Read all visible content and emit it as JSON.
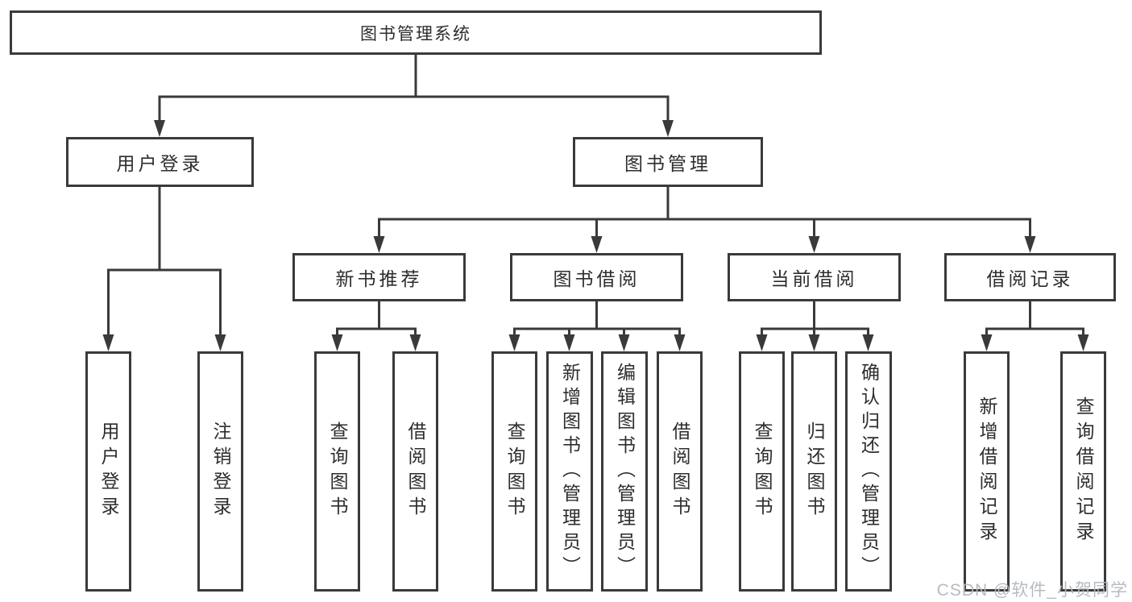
{
  "nodes": {
    "root": "图书管理系统",
    "user_login": "用户登录",
    "book_mgmt": "图书管理",
    "new_book": "新书推荐",
    "book_borrow": "图书借阅",
    "current_borrow": "当前借阅",
    "borrow_record": "借阅记录"
  },
  "leaves": {
    "user_login": [
      "用户登录",
      "注销登录"
    ],
    "new_book": [
      "查询图书",
      "借阅图书"
    ],
    "book_borrow": [
      "查询图书",
      "新增图书（管理员）",
      "编辑图书（管理员）",
      "借阅图书"
    ],
    "current_borrow": [
      "查询图书",
      "归还图书",
      "确认归还（管理员）"
    ],
    "borrow_record": [
      "新增借阅记录",
      "查询借阅记录"
    ]
  },
  "watermark": "CSDN @软件_小贺同学",
  "colors": {
    "line": "#3a3a3a",
    "text": "#2d2d2d",
    "watermark": "#b2b7bd",
    "background": "#ffffff"
  }
}
